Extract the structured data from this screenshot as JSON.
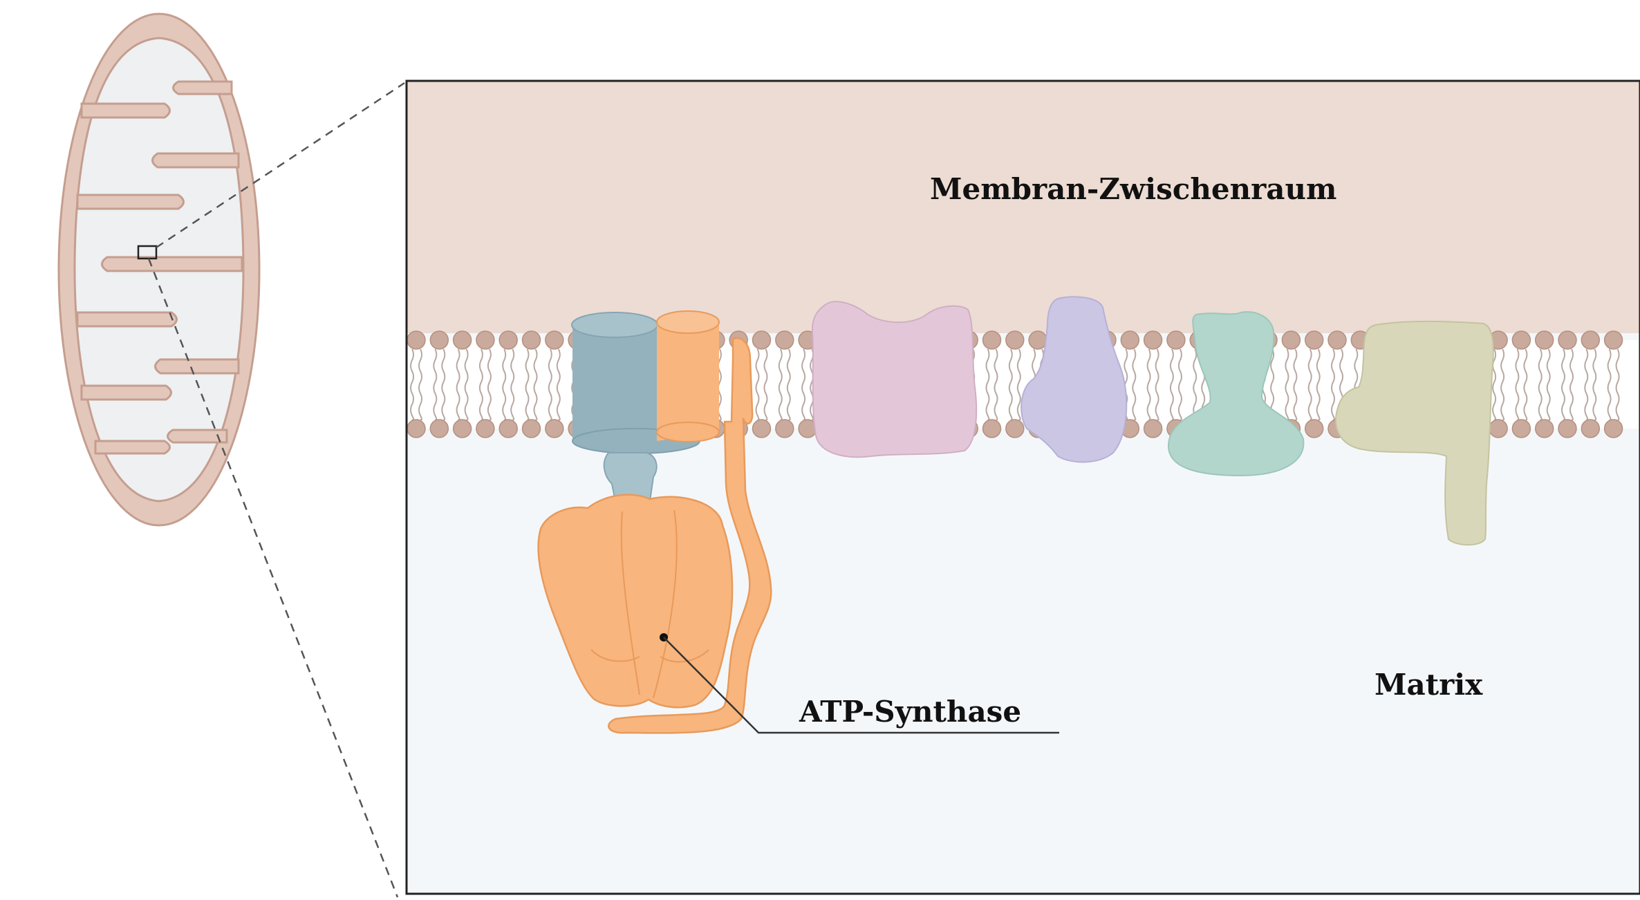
{
  "labels": {
    "intermembrane_space": "Membran-Zwischenraum",
    "matrix": "Matrix",
    "atp_synthase": "ATP-Synthase"
  },
  "colors": {
    "intermembrane_bg": "#ecdcd3",
    "matrix_bg": "#f4f7fa",
    "lipid_head": "#c9aa9c",
    "mito_outer": "#e4c7bb",
    "mito_stroke": "#c49e8f",
    "atp_orange": "#f8b57e",
    "atp_blue": "#93b2be",
    "complex_pink": "#e3c7d9",
    "complex_lavender": "#ccc6e5",
    "complex_teal": "#b3d6cc",
    "complex_olive": "#d8d7b9",
    "frame": "#222222"
  },
  "icons": {
    "mitochondrion": "mitochondrion-icon"
  }
}
